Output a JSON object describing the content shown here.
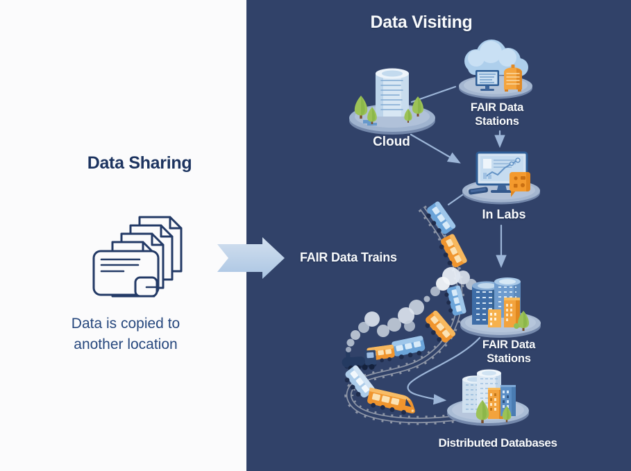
{
  "diagram": {
    "left_panel": {
      "title": "Data Sharing",
      "caption_line1": "Data is copied to",
      "caption_line2": "another location",
      "icon": "document-stack-icon"
    },
    "transition": {
      "icon": "block-arrow-right-icon"
    },
    "right_panel": {
      "title": "Data Visiting",
      "train_label": "FAIR Data Trains",
      "nodes": {
        "cloud": {
          "label": "Cloud",
          "icon": "cloud-server-icon"
        },
        "fair_stations_top": {
          "line1": "FAIR Data",
          "line2": "Stations",
          "icon": "cloud-station-icon"
        },
        "in_labs": {
          "label": "In Labs",
          "icon": "lab-workstation-icon"
        },
        "fair_stations_mid": {
          "line1": "FAIR Data",
          "line2": "Stations",
          "icon": "data-station-icon"
        },
        "distributed_databases": {
          "label": "Distributed Databases",
          "icon": "city-databases-icon"
        }
      }
    },
    "colors": {
      "panel_navy": "#314269",
      "panel_white": "#fbfbfc",
      "text_navy": "#1d3460",
      "text_white": "#f8fafc",
      "accent_light_blue": "#bdd2ea",
      "connector_blue": "#9db6d8",
      "orange": "#f29c33",
      "train_blue": "#6ba4d9",
      "track_gray": "#8d95a6"
    }
  }
}
